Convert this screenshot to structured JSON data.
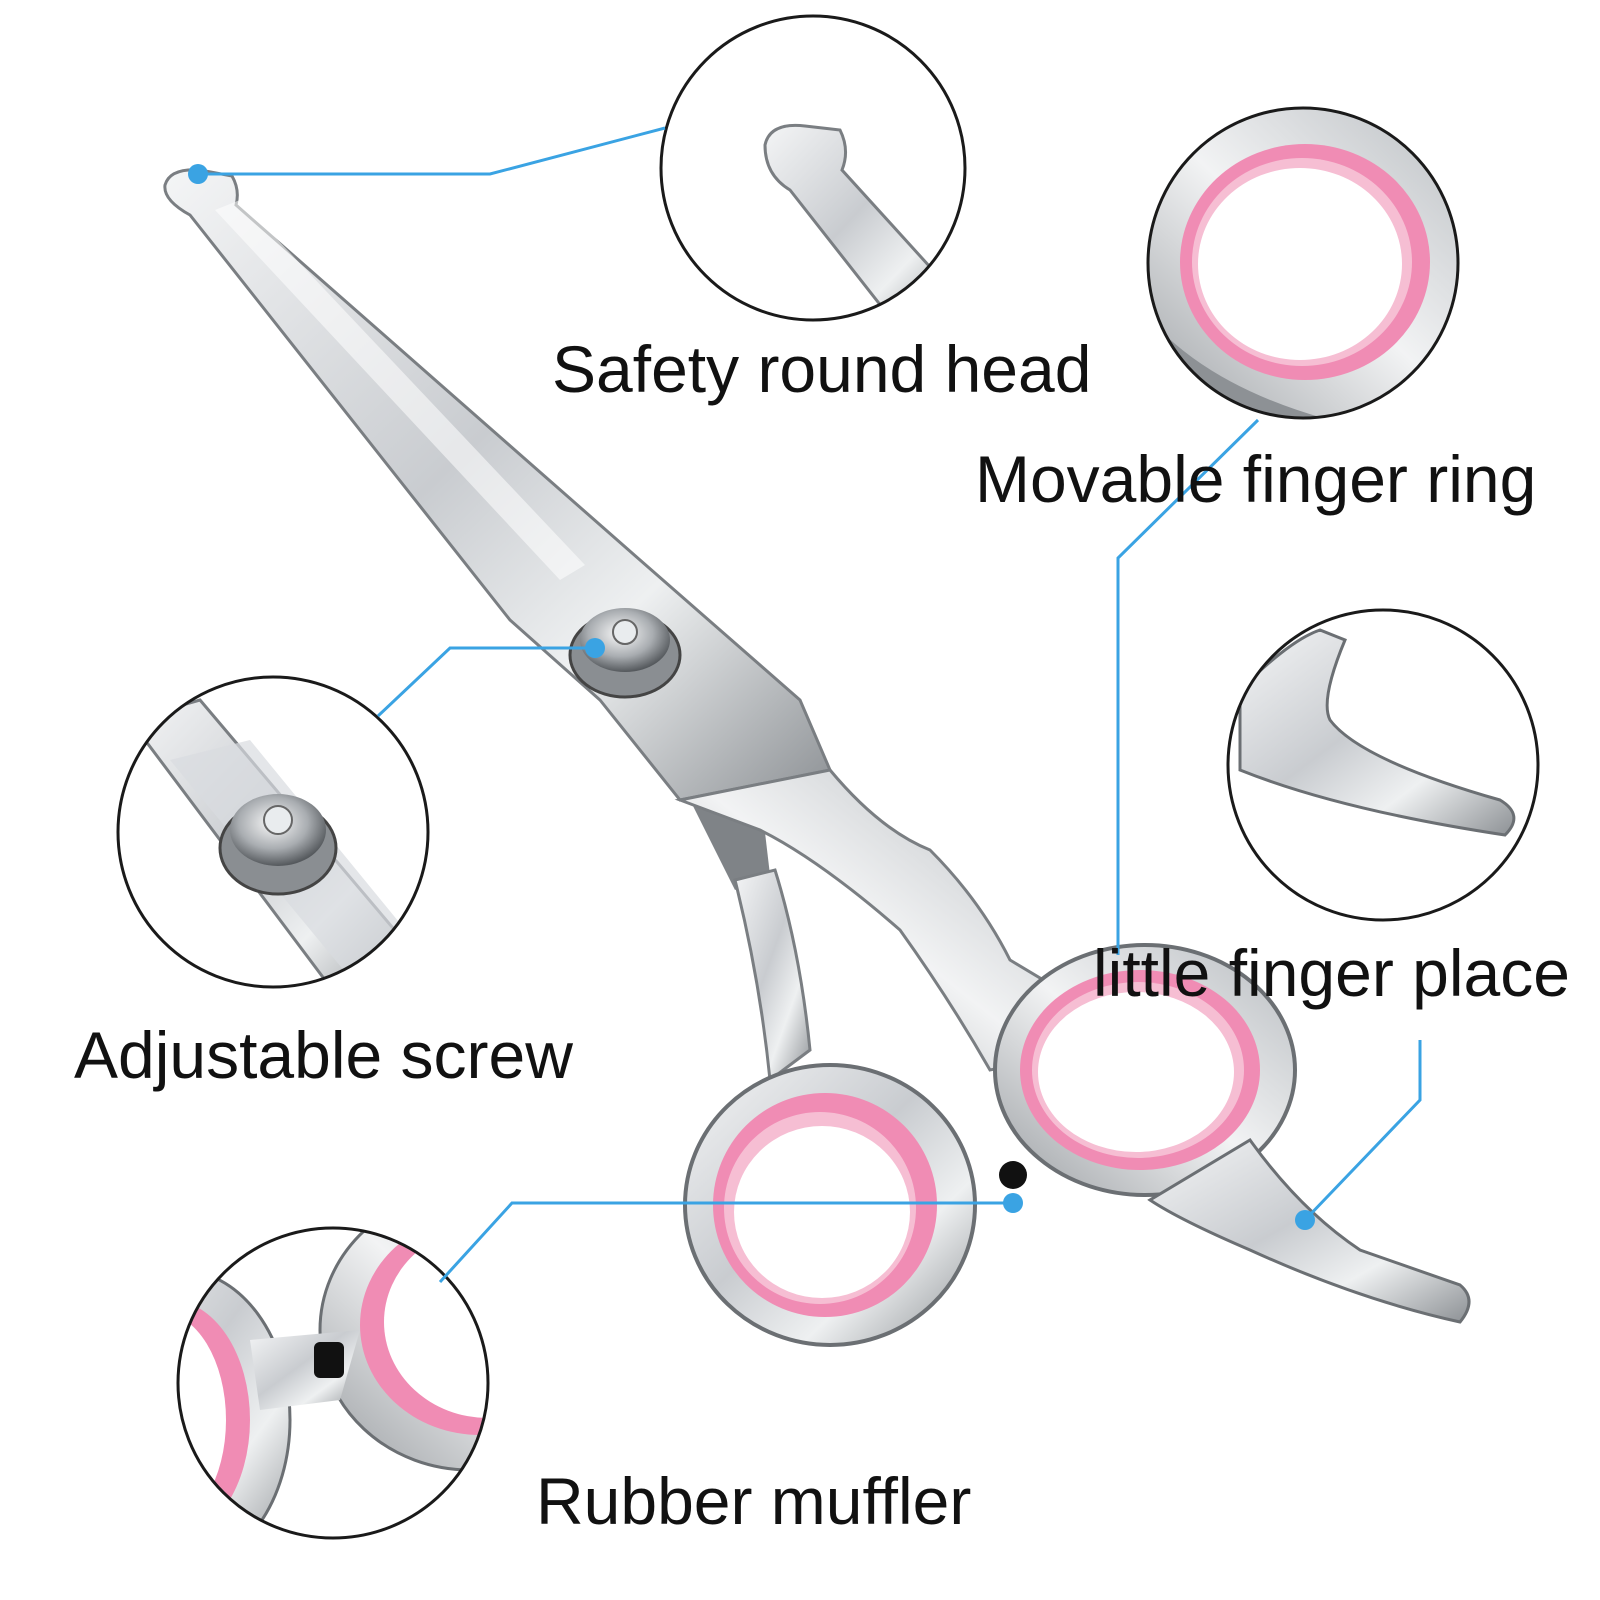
{
  "callouts": {
    "safety_round_head": "Safety round head",
    "movable_finger_ring": "Movable finger ring",
    "adjustable_screw": "Adjustable screw",
    "little_finger_place": "little finger place",
    "rubber_muffler": "Rubber muffler"
  },
  "colors": {
    "leader_line": "#3aa3e3",
    "steel_light": "#e8eaec",
    "steel_dark": "#6b6f73",
    "ring_pink": "#f08cb4",
    "ring_pink_light": "#f6bed3",
    "circle_outline": "#1a1a1a",
    "label_text": "#111111"
  }
}
